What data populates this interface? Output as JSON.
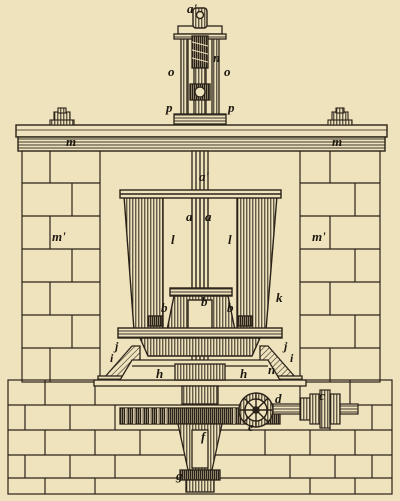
{
  "figure": {
    "labels": {
      "a_prime_top": "a'",
      "a_prime_shaft": "a'",
      "a_left": "a",
      "a_right": "a",
      "o_left": "o",
      "n_top": "n",
      "o_right": "o",
      "p_left": "p",
      "p_right": "p",
      "m_left": "m",
      "m_right": "m",
      "m_prime_left": "m'",
      "m_prime_right": "m'",
      "l_left": "l",
      "l_right": "l",
      "b_left": "b",
      "b_center": "b",
      "b_right": "b",
      "k": "k",
      "j_left": "j",
      "i_left": "i",
      "j_right": "j",
      "i_right": "i",
      "h_left": "h",
      "h_right": "h",
      "n_bottom": "n",
      "c": "c",
      "d": "d",
      "e": "e",
      "f": "f",
      "g": "g"
    }
  }
}
